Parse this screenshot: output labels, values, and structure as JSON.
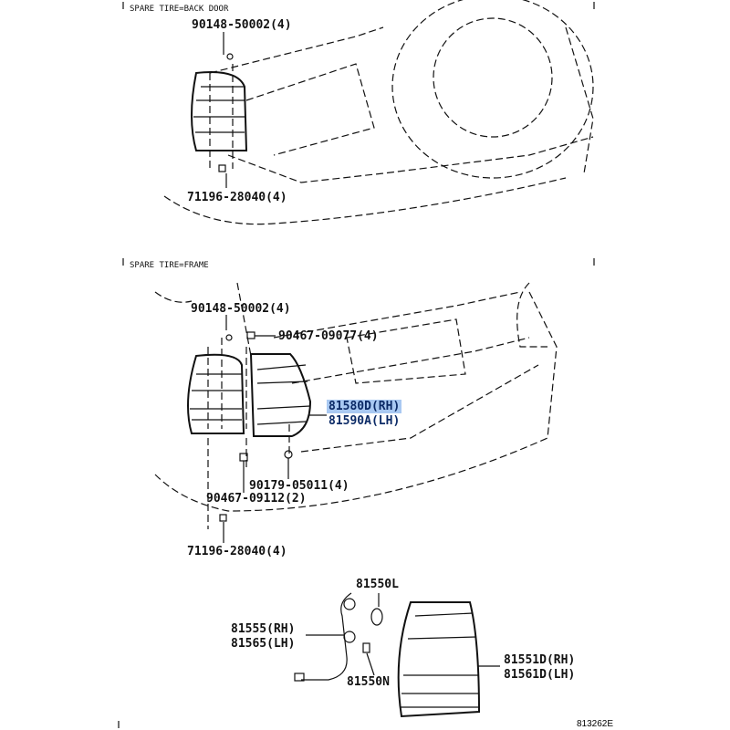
{
  "sections": [
    {
      "title": "SPARE TIRE=BACK DOOR"
    },
    {
      "title": "SPARE TIRE=FRAME"
    }
  ],
  "labels": {
    "s1_bolt": "90148-50002(4)",
    "s1_clip": "71196-28040(4)",
    "s2_bolt": "90148-50002(4)",
    "s2_nut": "90467-09077(4)",
    "s2_lamp_rh": "81580D(RH)",
    "s2_lamp_lh": "81590A(LH)",
    "s2_screw": "90179-05011(4)",
    "s2_clip_a": "90467-09112(2)",
    "s2_clip_b": "71196-28040(4)",
    "bulb_l": "81550L",
    "socket_rh": "81555(RH)",
    "socket_lh": "81565(LH)",
    "bulb_n": "81550N",
    "lens_rh": "81551D(RH)",
    "lens_lh": "81561D(LH)"
  },
  "figure_code": "813262E",
  "highlight_color": "#a9c9f2"
}
